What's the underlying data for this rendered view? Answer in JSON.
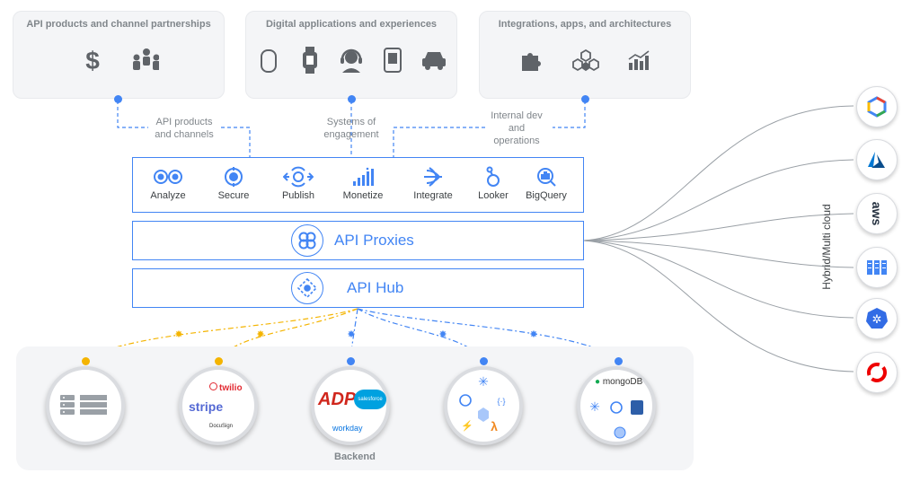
{
  "top_boxes": [
    {
      "title": "API products and channel partnerships",
      "icons": [
        "dollar-icon",
        "people-icon"
      ]
    },
    {
      "title": "Digital applications and experiences",
      "icons": [
        "smart-speaker-icon",
        "smartwatch-icon",
        "headset-agent-icon",
        "tablet-icon",
        "car-icon"
      ]
    },
    {
      "title": "Integrations, apps, and architectures",
      "icons": [
        "puzzle-icon",
        "hexagon-network-icon",
        "bar-chart-icon"
      ]
    }
  ],
  "connector_labels": {
    "left": "API products\nand channels",
    "middle": "Systems of\nengagement",
    "right": "Internal dev\nand\noperations"
  },
  "capabilities": [
    {
      "label": "Analyze",
      "icon": "analyze-icon"
    },
    {
      "label": "Secure",
      "icon": "secure-icon"
    },
    {
      "label": "Publish",
      "icon": "publish-icon"
    },
    {
      "label": "Monetize",
      "icon": "monetize-icon"
    },
    {
      "label": "Integrate",
      "icon": "integrate-icon"
    },
    {
      "label": "Looker",
      "icon": "looker-icon"
    },
    {
      "label": "BigQuery",
      "icon": "bigquery-icon"
    }
  ],
  "proxies_label": "API Proxies",
  "hub_label": "API Hub",
  "backend_label": "Backend",
  "backend_logos": {
    "twilio": "twilio",
    "stripe": "stripe",
    "docusign": "DocuSign",
    "adp": "ADP",
    "salesforce": "salesforce",
    "workday": "workday",
    "mongodb": "mongoDB"
  },
  "cloud_label": "Hybrid/Multi cloud",
  "cloud_icons": [
    "google-cloud-icon",
    "azure-icon",
    "aws-icon",
    "datacenter-icon",
    "kubernetes-icon",
    "openshift-icon"
  ],
  "aws_text": "aws",
  "colors": {
    "blue": "#4285f4",
    "yellow": "#f4b400",
    "grey": "#80868b"
  }
}
